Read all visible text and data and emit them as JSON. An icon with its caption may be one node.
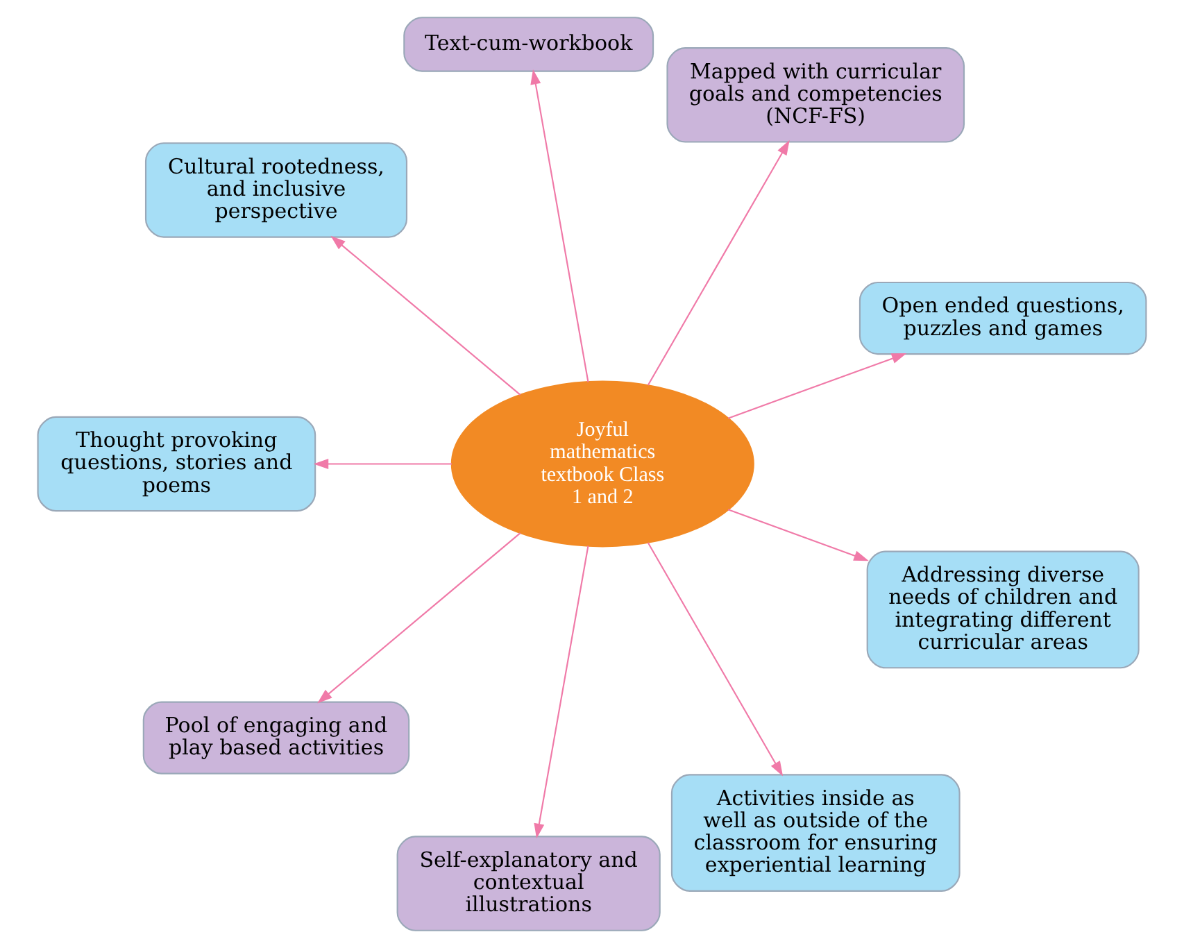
{
  "diagram": {
    "nodes": [
      {
        "text": [
          "Joyful mathematics textbook Class 1 and 2"
        ]
      },
      {
        "text": [
          "Open ended questions, puzzles and games"
        ]
      },
      {
        "text": [
          "Mapped with curricular goals and competencies (NCF-FS)"
        ]
      },
      {
        "text": [
          "Text-cum-workbook"
        ]
      },
      {
        "text": [
          "Cultural rootedness, and inclusive perspective"
        ]
      },
      {
        "text": [
          "Thought provoking questions, stories and poems"
        ]
      },
      {
        "text": [
          "Pool of engaging and play based activities"
        ]
      },
      {
        "text": [
          "Self-explanatory and contextual illustrations"
        ]
      },
      {
        "text": [
          "Activities inside as well as outside of the classroom for ensuring experiential learning"
        ]
      },
      {
        "text": [
          "Addressing diverse needs of children and integrating different curricular areas"
        ]
      }
    ],
    "edges": [
      {
        "from": 0,
        "to": 1,
        "arrow": "to"
      },
      {
        "from": 0,
        "to": 2,
        "arrow": "to"
      },
      {
        "from": 0,
        "to": 3,
        "arrow": "to"
      },
      {
        "from": 0,
        "to": 4,
        "arrow": "to"
      },
      {
        "from": 0,
        "to": 5,
        "arrow": "to"
      },
      {
        "from": 0,
        "to": 6,
        "arrow": "to"
      },
      {
        "from": 0,
        "to": 7,
        "arrow": "to"
      },
      {
        "from": 0,
        "to": 8,
        "arrow": "to"
      },
      {
        "from": 0,
        "to": 9,
        "arrow": "to"
      }
    ]
  }
}
